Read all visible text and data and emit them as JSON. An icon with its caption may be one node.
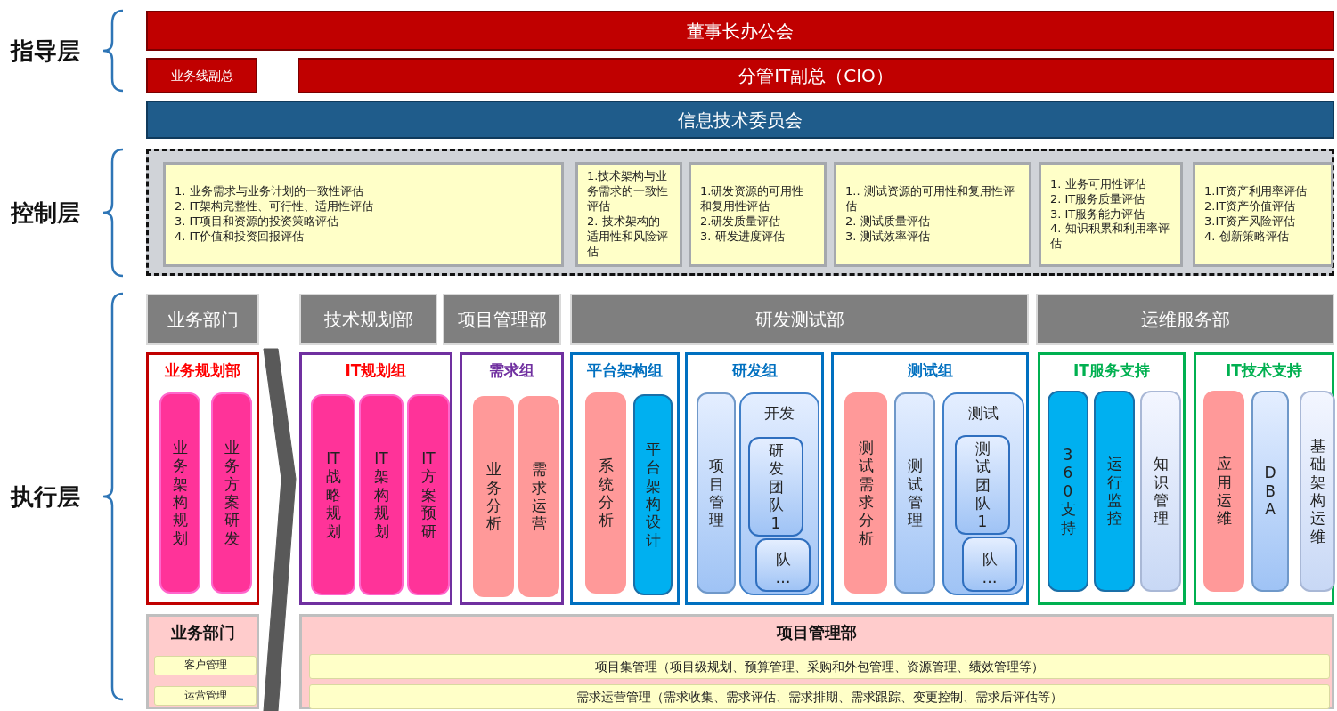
{
  "diagram": {
    "nodes": [
      {
        "text": [
          "董事长办公会"
        ]
      },
      {
        "text": [
          "业务线副总"
        ]
      },
      {
        "text": [
          "分管IT副总（CIO）"
        ]
      },
      {
        "text": [
          "信息技术委员会"
        ]
      },
      {
        "text": [],
        "shape": "box"
      },
      {
        "text": [
          "1. 业务需求与业务计划的一致性评估",
          "2. IT架构完整性、可行性、适用性评估",
          "3. IT项目和资源的投资策略评估",
          "4. IT价值和投资回报评估"
        ],
        "in": 4
      },
      {
        "text": [
          "1.技术架构与业务需求的一致性评估",
          "2. 技术架构的适用性和风险评估"
        ],
        "in": 4
      },
      {
        "text": [
          "1.研发资源的可用性和复用性评估",
          "2.研发质量评估",
          "3. 研发进度评估"
        ],
        "in": 4
      },
      {
        "text": [
          "1.. 测试资源的可用性和复用性评估",
          "2. 测试质量评估",
          "3. 测试效率评估"
        ],
        "in": 4
      },
      {
        "text": [
          "1. 业务可用性评估",
          "2. IT服务质量评估",
          "3. IT服务能力评估",
          "4. 知识积累和利用率评估"
        ],
        "in": 4
      },
      {
        "text": [
          "1.IT资产利用率评估",
          "2.IT资产价值评估",
          "3.IT资产风险评估",
          "4. 创新策略评估"
        ],
        "in": 4
      },
      {
        "text": [
          "业务部门"
        ]
      },
      {
        "text": [
          "技术规划部"
        ]
      },
      {
        "text": [
          "项目管理部"
        ]
      },
      {
        "text": [
          "研发测试部"
        ]
      },
      {
        "text": [
          "运维服务部"
        ]
      },
      {
        "text": [
          "业务规划部"
        ]
      },
      {
        "text": [
          "业务架构规划"
        ],
        "in": 16
      },
      {
        "text": [
          "业务方案研发"
        ],
        "in": 16
      },
      {
        "text": [
          "IT规划组"
        ]
      },
      {
        "text": [
          "IT战略规划"
        ],
        "in": 19
      },
      {
        "text": [
          "IT架构规划"
        ],
        "in": 19
      },
      {
        "text": [
          "IT方案预研"
        ],
        "in": 19
      },
      {
        "text": [
          "需求组"
        ]
      },
      {
        "text": [
          "业务分析"
        ],
        "in": 23
      },
      {
        "text": [
          "需求运营"
        ],
        "in": 23
      },
      {
        "text": [
          "平台架构组"
        ]
      },
      {
        "text": [
          "系统分析"
        ],
        "in": 26
      },
      {
        "text": [
          "平台架构设计"
        ],
        "in": 26
      },
      {
        "text": [
          "研发组"
        ]
      },
      {
        "text": [
          "项目管理"
        ],
        "in": 29
      },
      {
        "text": [
          "开发"
        ],
        "in": 29
      },
      {
        "text": [
          "研发团队1"
        ],
        "in": 31
      },
      {
        "text": [
          "队…"
        ],
        "in": 31
      },
      {
        "text": [
          "测试组"
        ]
      },
      {
        "text": [
          "测试需求分析"
        ],
        "in": 34
      },
      {
        "text": [
          "测试管理"
        ],
        "in": 34
      },
      {
        "text": [
          "测试"
        ],
        "in": 34
      },
      {
        "text": [
          "测试团队1"
        ],
        "in": 37
      },
      {
        "text": [
          "队…"
        ],
        "in": 37
      },
      {
        "text": [
          "IT服务支持"
        ]
      },
      {
        "text": [
          "360支持"
        ],
        "in": 40
      },
      {
        "text": [
          "运行监控"
        ],
        "in": 40
      },
      {
        "text": [
          "知识管理"
        ],
        "in": 40
      },
      {
        "text": [
          "IT技术支持"
        ]
      },
      {
        "text": [
          "应用运维"
        ],
        "in": 44
      },
      {
        "text": [
          "DBA"
        ],
        "in": 44
      },
      {
        "text": [
          "基础架构运维"
        ],
        "in": 44
      },
      {
        "text": [
          "业务部门"
        ]
      },
      {
        "text": [
          "客户管理"
        ],
        "in": 48
      },
      {
        "text": [
          "运营管理"
        ],
        "in": 48
      },
      {
        "text": [
          "项目管理部"
        ]
      },
      {
        "text": [
          "项目集管理（项目级规划、预算管理、采购和外包管理、资源管理、绩效管理等）"
        ],
        "in": 51
      },
      {
        "text": [
          "需求运营管理（需求收集、需求评估、需求排期、需求跟踪、变更控制、需求后评估等）"
        ],
        "in": 51
      }
    ],
    "edges": [
      {
        "from": 16,
        "to": 19,
        "arrow": "to"
      }
    ],
    "labels": [
      "指导层",
      "控制层",
      "执行层"
    ]
  }
}
